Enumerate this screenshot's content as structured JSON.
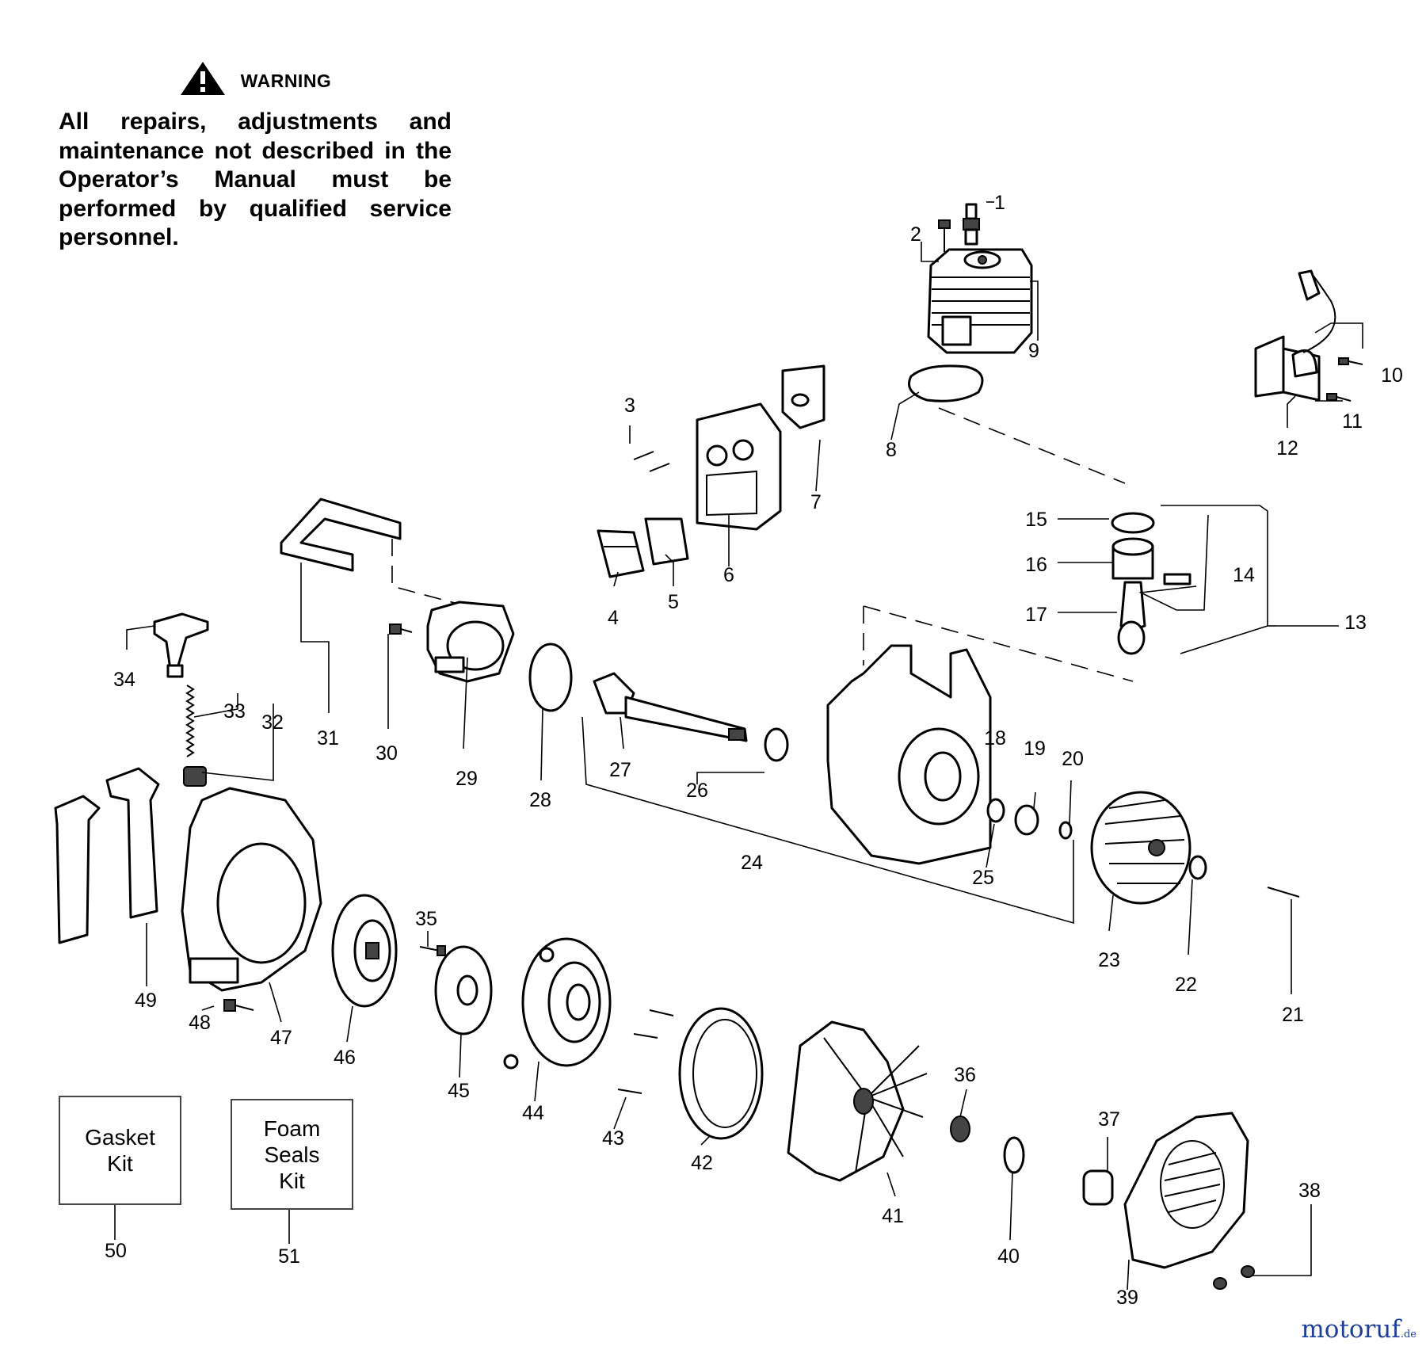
{
  "warning": {
    "title": "WARNING",
    "text": "All repairs, adjustments and maintenance not described in the Operator’s Manual must be performed by qualified service personnel."
  },
  "callouts": [
    "1",
    "2",
    "3",
    "4",
    "5",
    "6",
    "7",
    "8",
    "9",
    "10",
    "11",
    "12",
    "13",
    "14",
    "15",
    "16",
    "17",
    "18",
    "19",
    "20",
    "21",
    "22",
    "23",
    "24",
    "25",
    "26",
    "27",
    "28",
    "29",
    "30",
    "31",
    "32",
    "33",
    "34",
    "35",
    "36",
    "37",
    "38",
    "39",
    "40",
    "41",
    "42",
    "43",
    "44",
    "45",
    "46",
    "47",
    "48",
    "49",
    "50",
    "51"
  ],
  "kits": {
    "gasket": "Gasket\nKit",
    "foam": "Foam\nSeals\nKit"
  },
  "brand": {
    "name": "motoruf",
    "suffix": ".de"
  }
}
